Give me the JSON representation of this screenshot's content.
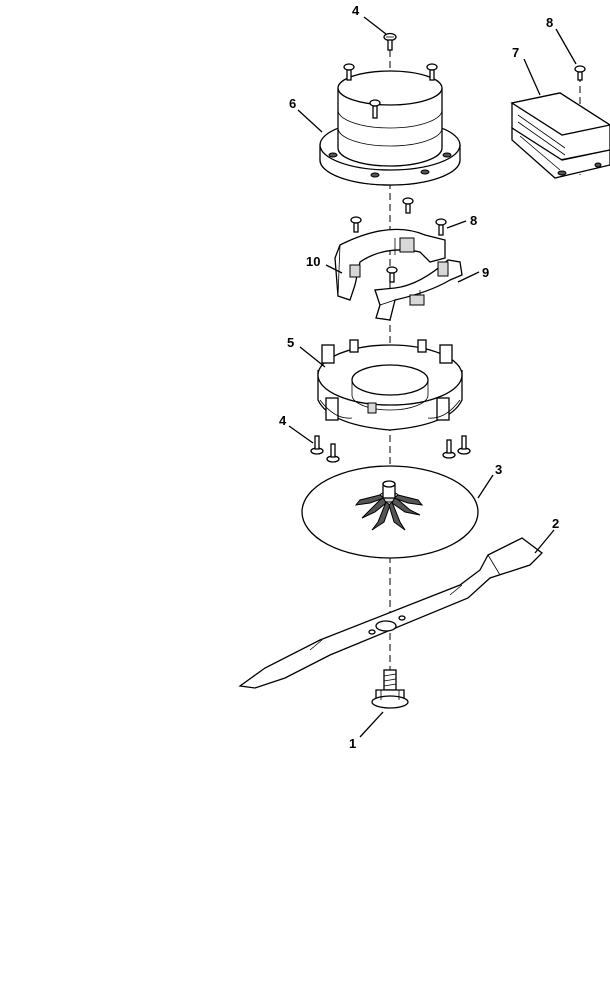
{
  "callouts": {
    "c1": "1",
    "c2": "2",
    "c3": "3",
    "c4_top": "4",
    "c4_bottom": "4",
    "c5": "5",
    "c6": "6",
    "c7": "7",
    "c8_top": "8",
    "c8_mid": "8",
    "c9": "9",
    "c10": "10"
  }
}
